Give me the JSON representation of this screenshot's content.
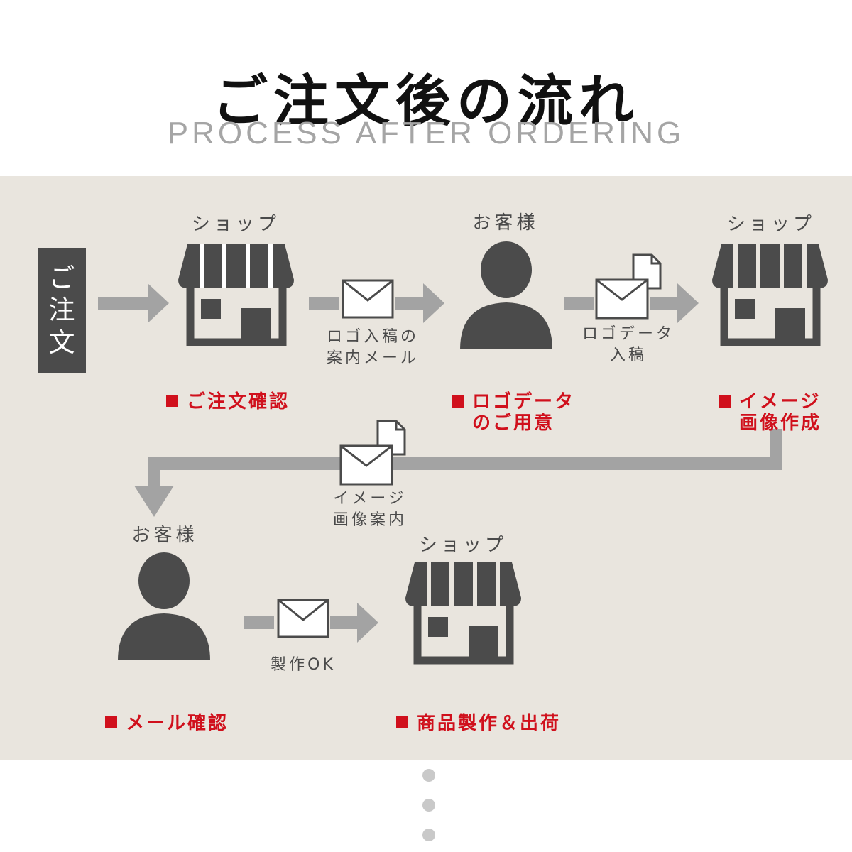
{
  "header": {
    "title": "ご注文後の流れ",
    "subtitle": "PROCESS AFTER ORDERING"
  },
  "start": {
    "label": "ご注文"
  },
  "roles": {
    "shop_1": "ショップ",
    "customer_1": "お客様",
    "shop_2": "ショップ",
    "customer_2": "お客様",
    "shop_3": "ショップ"
  },
  "steps": {
    "order_confirm": "ご注文確認",
    "logo_prepare": "ロゴデータ\nのご用意",
    "image_create": "イメージ\n画像作成",
    "mail_confirm": "メール確認",
    "produce_ship": "商品製作＆出荷"
  },
  "messages": {
    "logo_guide": "ロゴ入稿の\n案内メール",
    "logo_submit": "ロゴデータ\n入稿",
    "image_guide": "イメージ\n画像案内",
    "production_ok": "製作OK"
  },
  "icons": {
    "shop": "shop-awning-icon",
    "person": "person-icon",
    "mail": "envelope-icon",
    "mail_attachment": "envelope-with-document-icon",
    "arrow": "right-arrow-icon"
  },
  "colors": {
    "panel": "#e9e5de",
    "icon": "#4b4b4b",
    "arrow": "#a3a3a3",
    "accent": "#d0101c",
    "subtitle": "#a5a5a5",
    "dots": "#c9c9c9"
  }
}
